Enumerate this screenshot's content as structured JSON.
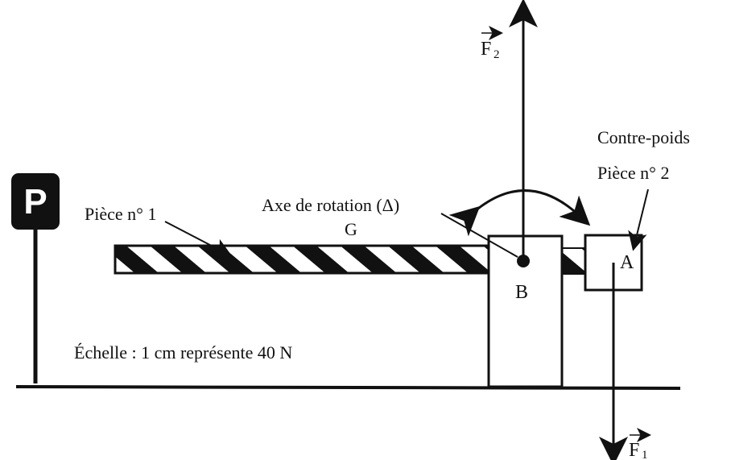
{
  "labels": {
    "parking_sign": "P",
    "piece1": "Pièce n° 1",
    "axis": "Axe de rotation (Δ)",
    "center_of_gravity": "G",
    "point_b": "B",
    "point_a": "A",
    "counterweight_line1": "Contre-poids",
    "counterweight_line2": "Pièce n° 2",
    "scale": "Échelle : 1 cm représente 40 N",
    "force2_letter": "F",
    "force2_index": "2",
    "force1_letter": "F",
    "force1_index": "1",
    "g_mark": "×"
  }
}
